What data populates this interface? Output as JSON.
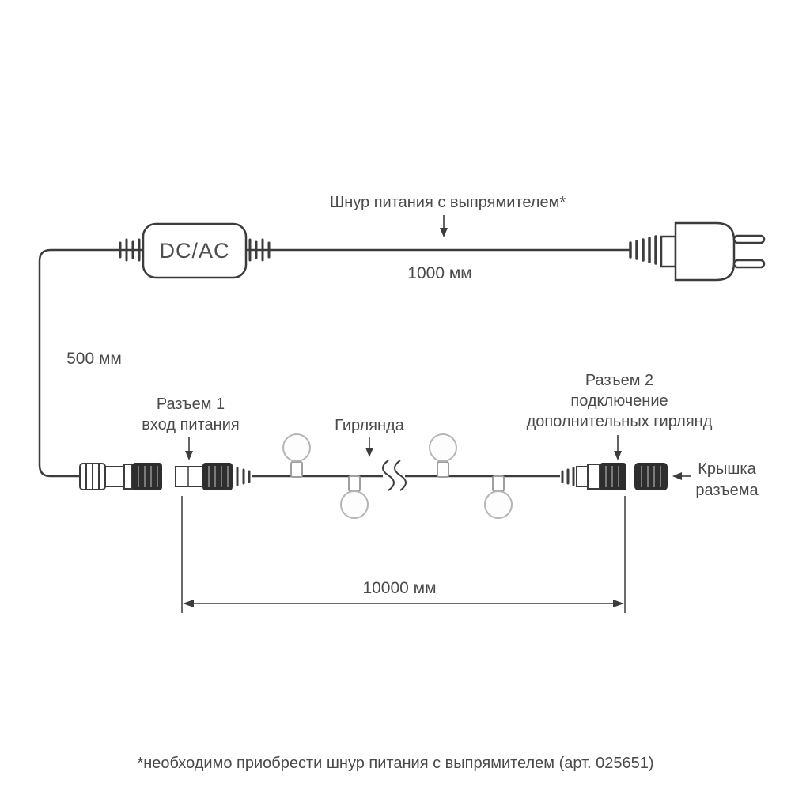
{
  "labels": {
    "power_cord": "Шнур питания с выпрямителем*",
    "power_cord_length": "1000 мм",
    "drop_length": "500 мм",
    "converter": "DC/AC",
    "connector1": [
      "Разъем 1",
      "вход питания"
    ],
    "garland": "Гирлянда",
    "connector2": [
      "Разъем 2",
      "подключение",
      "дополнительных гирлянд"
    ],
    "cap": [
      "Крышка",
      "разъема"
    ],
    "garland_length": "10000 мм",
    "footnote": "*необходимо приобрести шнур питания с выпрямителем (арт. 025651)"
  },
  "colors": {
    "line": "#3c3c3c",
    "text": "#4a4a4a",
    "connector_dark": "#2e2e2e",
    "connector_ridge": "#7a7a7a",
    "bulb_stroke": "#b5b5b5",
    "socket_stroke": "#9f9f9f",
    "background": "#ffffff"
  }
}
